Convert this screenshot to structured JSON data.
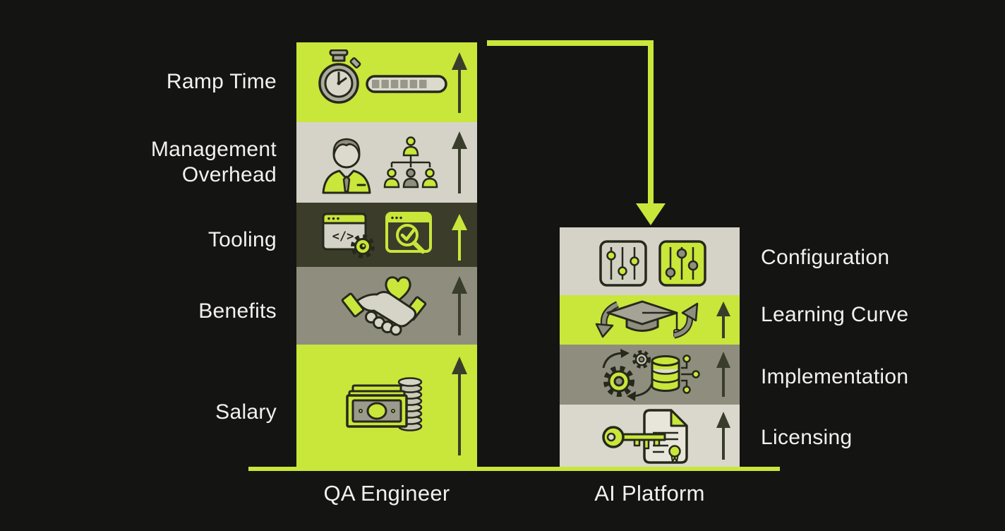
{
  "colors": {
    "background": "#141413",
    "lime": "#c9e63a",
    "light_gray": "#d5d3c8",
    "mid_gray": "#8f8e7e",
    "dark_olive": "#3b3d2a",
    "arrow_dark": "#3a3d2b",
    "text": "#f2f1ee"
  },
  "left_chart": {
    "axis_label": "QA Engineer",
    "segments": [
      {
        "label": "Ramp Time",
        "icons": [
          "stopwatch-icon",
          "progress-bar-icon"
        ],
        "trend": "up"
      },
      {
        "label": "Management\nOverhead",
        "icons": [
          "manager-icon",
          "org-chart-icon"
        ],
        "trend": "up"
      },
      {
        "label": "Tooling",
        "icons": [
          "code-window-icon",
          "gear-icon",
          "qa-scan-window-icon"
        ],
        "trend": "up"
      },
      {
        "label": "Benefits",
        "icons": [
          "handshake-icon",
          "heart-icon"
        ],
        "trend": "up"
      },
      {
        "label": "Salary",
        "icons": [
          "banknote-icon",
          "coin-stack-icon"
        ],
        "trend": "up"
      }
    ]
  },
  "right_chart": {
    "axis_label": "AI Platform",
    "segments": [
      {
        "label": "Configuration",
        "icons": [
          "sliders-panel-icon",
          "sliders-panel-inverted-icon"
        ],
        "trend": "none"
      },
      {
        "label": "Learning Curve",
        "icons": [
          "curved-arrow-down-icon",
          "graduation-cap-icon",
          "curved-arrow-up-icon"
        ],
        "trend": "up"
      },
      {
        "label": "Implementation",
        "icons": [
          "gears-cycle-icon",
          "database-network-icon"
        ],
        "trend": "up"
      },
      {
        "label": "Licensing",
        "icons": [
          "key-icon",
          "certificate-document-icon"
        ],
        "trend": "up"
      }
    ]
  },
  "connector": {
    "type": "elbow-arrow",
    "from": "QA Engineer",
    "to": "AI Platform"
  }
}
